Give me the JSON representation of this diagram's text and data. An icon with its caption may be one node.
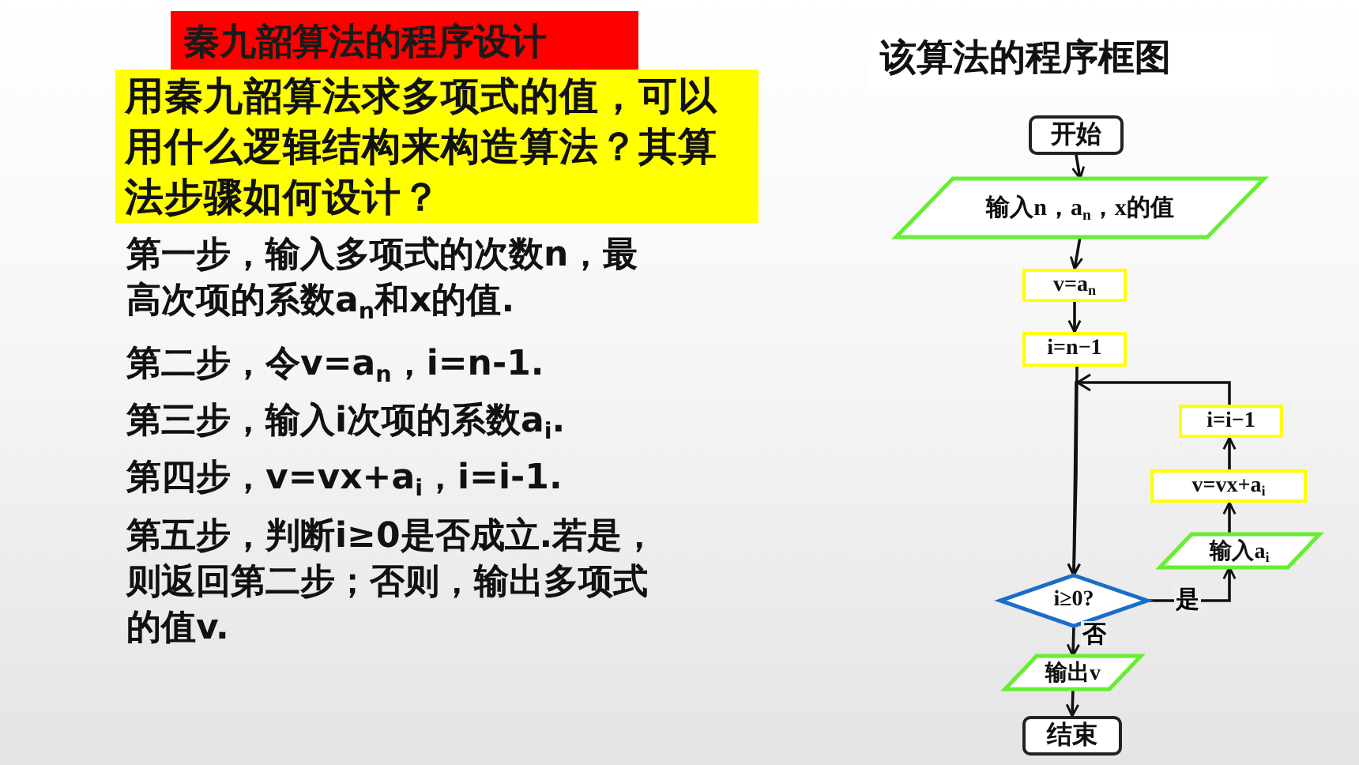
{
  "diagram": {
    "title": "秦九韶算法的程序设计",
    "nodes": [
      {
        "text": [
          "用秦九韶算法求多项式的值，可以用什么逻辑结构来构造算法？其算法步骤如何设计？"
        ]
      },
      {
        "text": [
          "开始"
        ]
      },
      {
        "text": [
          "输入n，a$_{n}$，x的值"
        ]
      },
      {
        "text": [
          "v=a$_{n}$"
        ]
      },
      {
        "text": [
          "i=n−1"
        ]
      },
      {
        "text": [
          "i=i−1"
        ]
      },
      {
        "text": [
          "v=vx+a$_{i}$"
        ]
      },
      {
        "text": [
          "输入a$_{i}$"
        ]
      },
      {
        "text": [
          "i≥0?"
        ]
      },
      {
        "text": [
          "输出v"
        ]
      },
      {
        "text": [
          "结束"
        ]
      }
    ],
    "edges": [
      {
        "from": 1,
        "to": 2,
        "arrow": "to"
      },
      {
        "from": 2,
        "to": 3,
        "arrow": "to"
      },
      {
        "from": 3,
        "to": 4,
        "arrow": "to"
      },
      {
        "from": 4,
        "to": 8,
        "arrow": "to"
      },
      {
        "from": 8,
        "to": 7,
        "arrow": "to",
        "label": "是"
      },
      {
        "from": 7,
        "to": 6,
        "arrow": "to"
      },
      {
        "from": 6,
        "to": 5,
        "arrow": "to"
      },
      {
        "from": 5,
        "to": 8,
        "arrow": "to"
      },
      {
        "from": 8,
        "to": 9,
        "arrow": "to",
        "label": "否"
      },
      {
        "from": 9,
        "to": 10,
        "arrow": "to"
      }
    ],
    "labels": [
      "该算法的程序框图",
      "第一步，输入多项式的次数n，最高次项的系数a$_{n}$和x的值.",
      "第二步，令v=a$_{n}$，i=n-1.",
      "第三步，输入i次项的系数a$_{i}$.",
      "第四步，v=vx+a$_{i}$，i=i-1.",
      "第五步，判断i≥0是否成立.若是，则返回第二步；否则，输出多项式的值v."
    ]
  }
}
